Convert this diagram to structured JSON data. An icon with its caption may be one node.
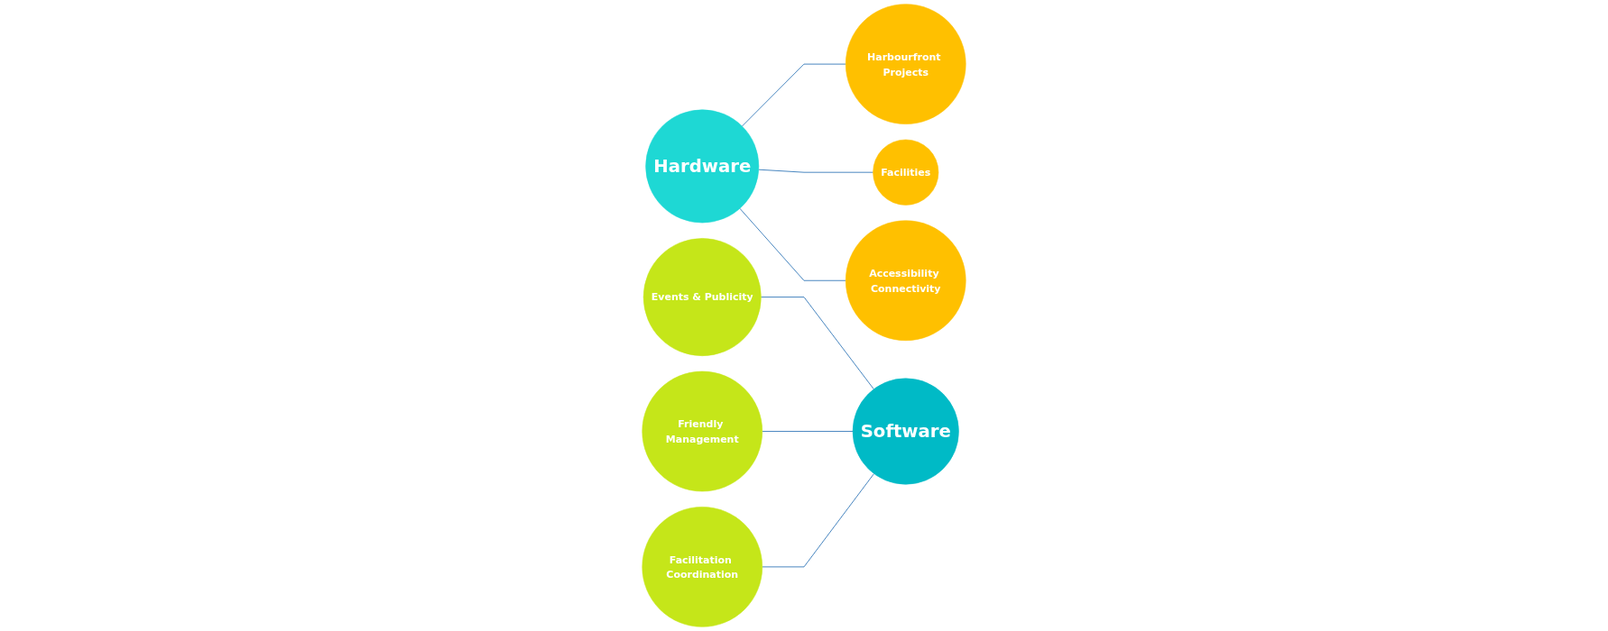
{
  "diagram": {
    "nodes": [
      {
        "text": [
          "Hardware"
        ]
      },
      {
        "text": [
          "Harbourfront Projects"
        ]
      },
      {
        "text": [
          "Facilities"
        ]
      },
      {
        "text": [
          "Accessibility Connectivity"
        ]
      },
      {
        "text": [
          "Events & Publicity"
        ]
      },
      {
        "text": [
          "Friendly Management"
        ]
      },
      {
        "text": [
          "Facilitation Coordination"
        ]
      },
      {
        "text": [
          "Software"
        ]
      }
    ],
    "edges": [
      {
        "from": 0,
        "to": 1,
        "arrow": "none"
      },
      {
        "from": 0,
        "to": 2,
        "arrow": "none"
      },
      {
        "from": 0,
        "to": 3,
        "arrow": "none"
      },
      {
        "from": 4,
        "to": 7,
        "arrow": "none"
      },
      {
        "from": 5,
        "to": 7,
        "arrow": "none"
      },
      {
        "from": 6,
        "to": 7,
        "arrow": "none"
      }
    ]
  }
}
